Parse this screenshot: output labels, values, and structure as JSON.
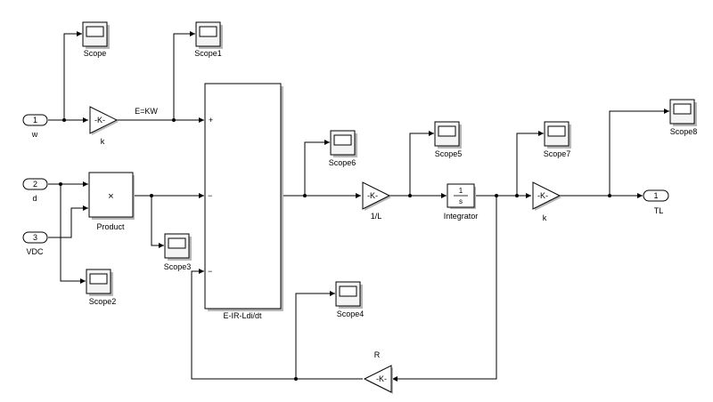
{
  "blocks": {
    "in_w": {
      "num": "1",
      "label": "w"
    },
    "in_d": {
      "num": "2",
      "label": "d"
    },
    "in_vdc": {
      "num": "3",
      "label": "VDC"
    },
    "out_tl": {
      "num": "1",
      "label": "TL"
    },
    "gain_k_in": {
      "text": "-K-",
      "label": "k"
    },
    "gain_L": {
      "text": "-K-",
      "label": "1/L"
    },
    "gain_k_out": {
      "text": "-K-",
      "label": "k"
    },
    "gain_R": {
      "text": "-K-",
      "label": "R"
    },
    "product": {
      "symbol": "×",
      "label": "Product"
    },
    "integrator": {
      "num": "1",
      "den": "s",
      "label": "Integrator"
    },
    "sum_block": {
      "label": "E-IR-Ldi/dt",
      "sign1": "+",
      "sign2": "−",
      "sign3": "−"
    },
    "signal_ekw": {
      "label": "E=KW"
    },
    "scope": {
      "label": "Scope"
    },
    "scope1": {
      "label": "Scope1"
    },
    "scope2": {
      "label": "Scope2"
    },
    "scope3": {
      "label": "Scope3"
    },
    "scope4": {
      "label": "Scope4"
    },
    "scope5": {
      "label": "Scope5"
    },
    "scope6": {
      "label": "Scope6"
    },
    "scope7": {
      "label": "Scope7"
    },
    "scope8": {
      "label": "Scope8"
    }
  }
}
